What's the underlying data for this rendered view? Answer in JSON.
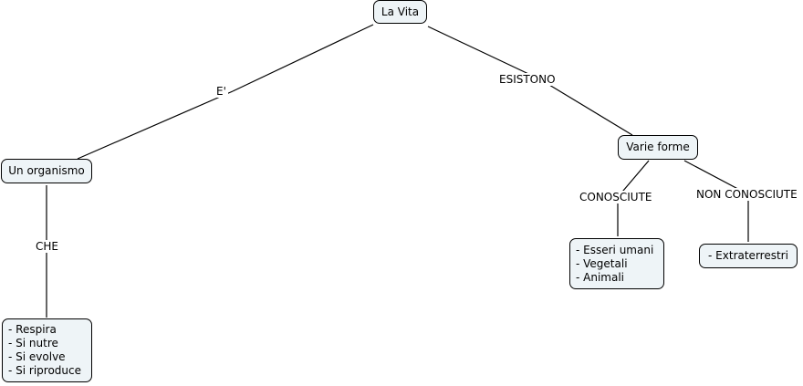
{
  "nodes": {
    "la_vita": "La Vita",
    "un_organismo": "Un organismo",
    "varie_forme": "Varie forme",
    "caratteristiche": [
      "- Respira",
      "- Si nutre",
      "- Si evolve",
      "- Si riproduce"
    ],
    "conosciute": [
      "- Esseri umani",
      "- Vegetali",
      "- Animali"
    ],
    "non_conosciute": "- Extraterrestri"
  },
  "links": {
    "e": "E'",
    "esistono": "ESISTONO",
    "che": "CHE",
    "conosciute": "CONOSCIUTE",
    "non_conosciute": "NON CONOSCIUTE"
  },
  "colors": {
    "node_fill": "#eef4f7",
    "node_border": "#000000",
    "line": "#000000"
  }
}
